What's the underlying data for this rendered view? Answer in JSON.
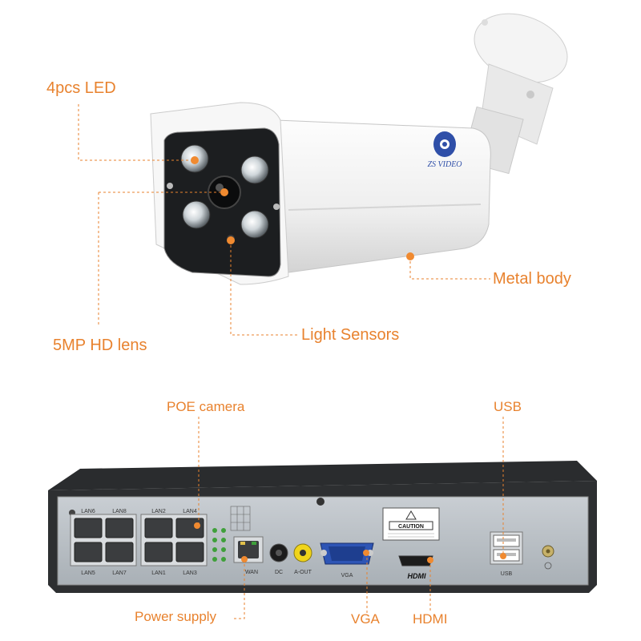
{
  "camera": {
    "callouts": {
      "led": "4pcs LED",
      "lens": "5MP HD lens",
      "light_sensors": "Light Sensors",
      "metal_body": "Metal body"
    },
    "brand_logo": "ZS VIDEO"
  },
  "nvr": {
    "callouts": {
      "poe_camera": "POE camera",
      "usb": "USB",
      "power_supply": "Power supply",
      "vga": "VGA",
      "hdmi": "HDMI"
    },
    "port_labels": {
      "lan_top": [
        "LAN6",
        "LAN8",
        "LAN2",
        "LAN4"
      ],
      "lan_bottom": [
        "LAN5",
        "LAN7",
        "LAN1",
        "LAN3"
      ],
      "wan": "WAN",
      "dc": "DC",
      "audio_out": "A-OUT",
      "vga": "VGA",
      "hdmi_logo": "HDMI",
      "usb": "USB",
      "caution": "CAUTION"
    }
  },
  "colors": {
    "callout": "#e8822e",
    "body": "#f2f2f2",
    "panel": "#b9c0c6"
  }
}
